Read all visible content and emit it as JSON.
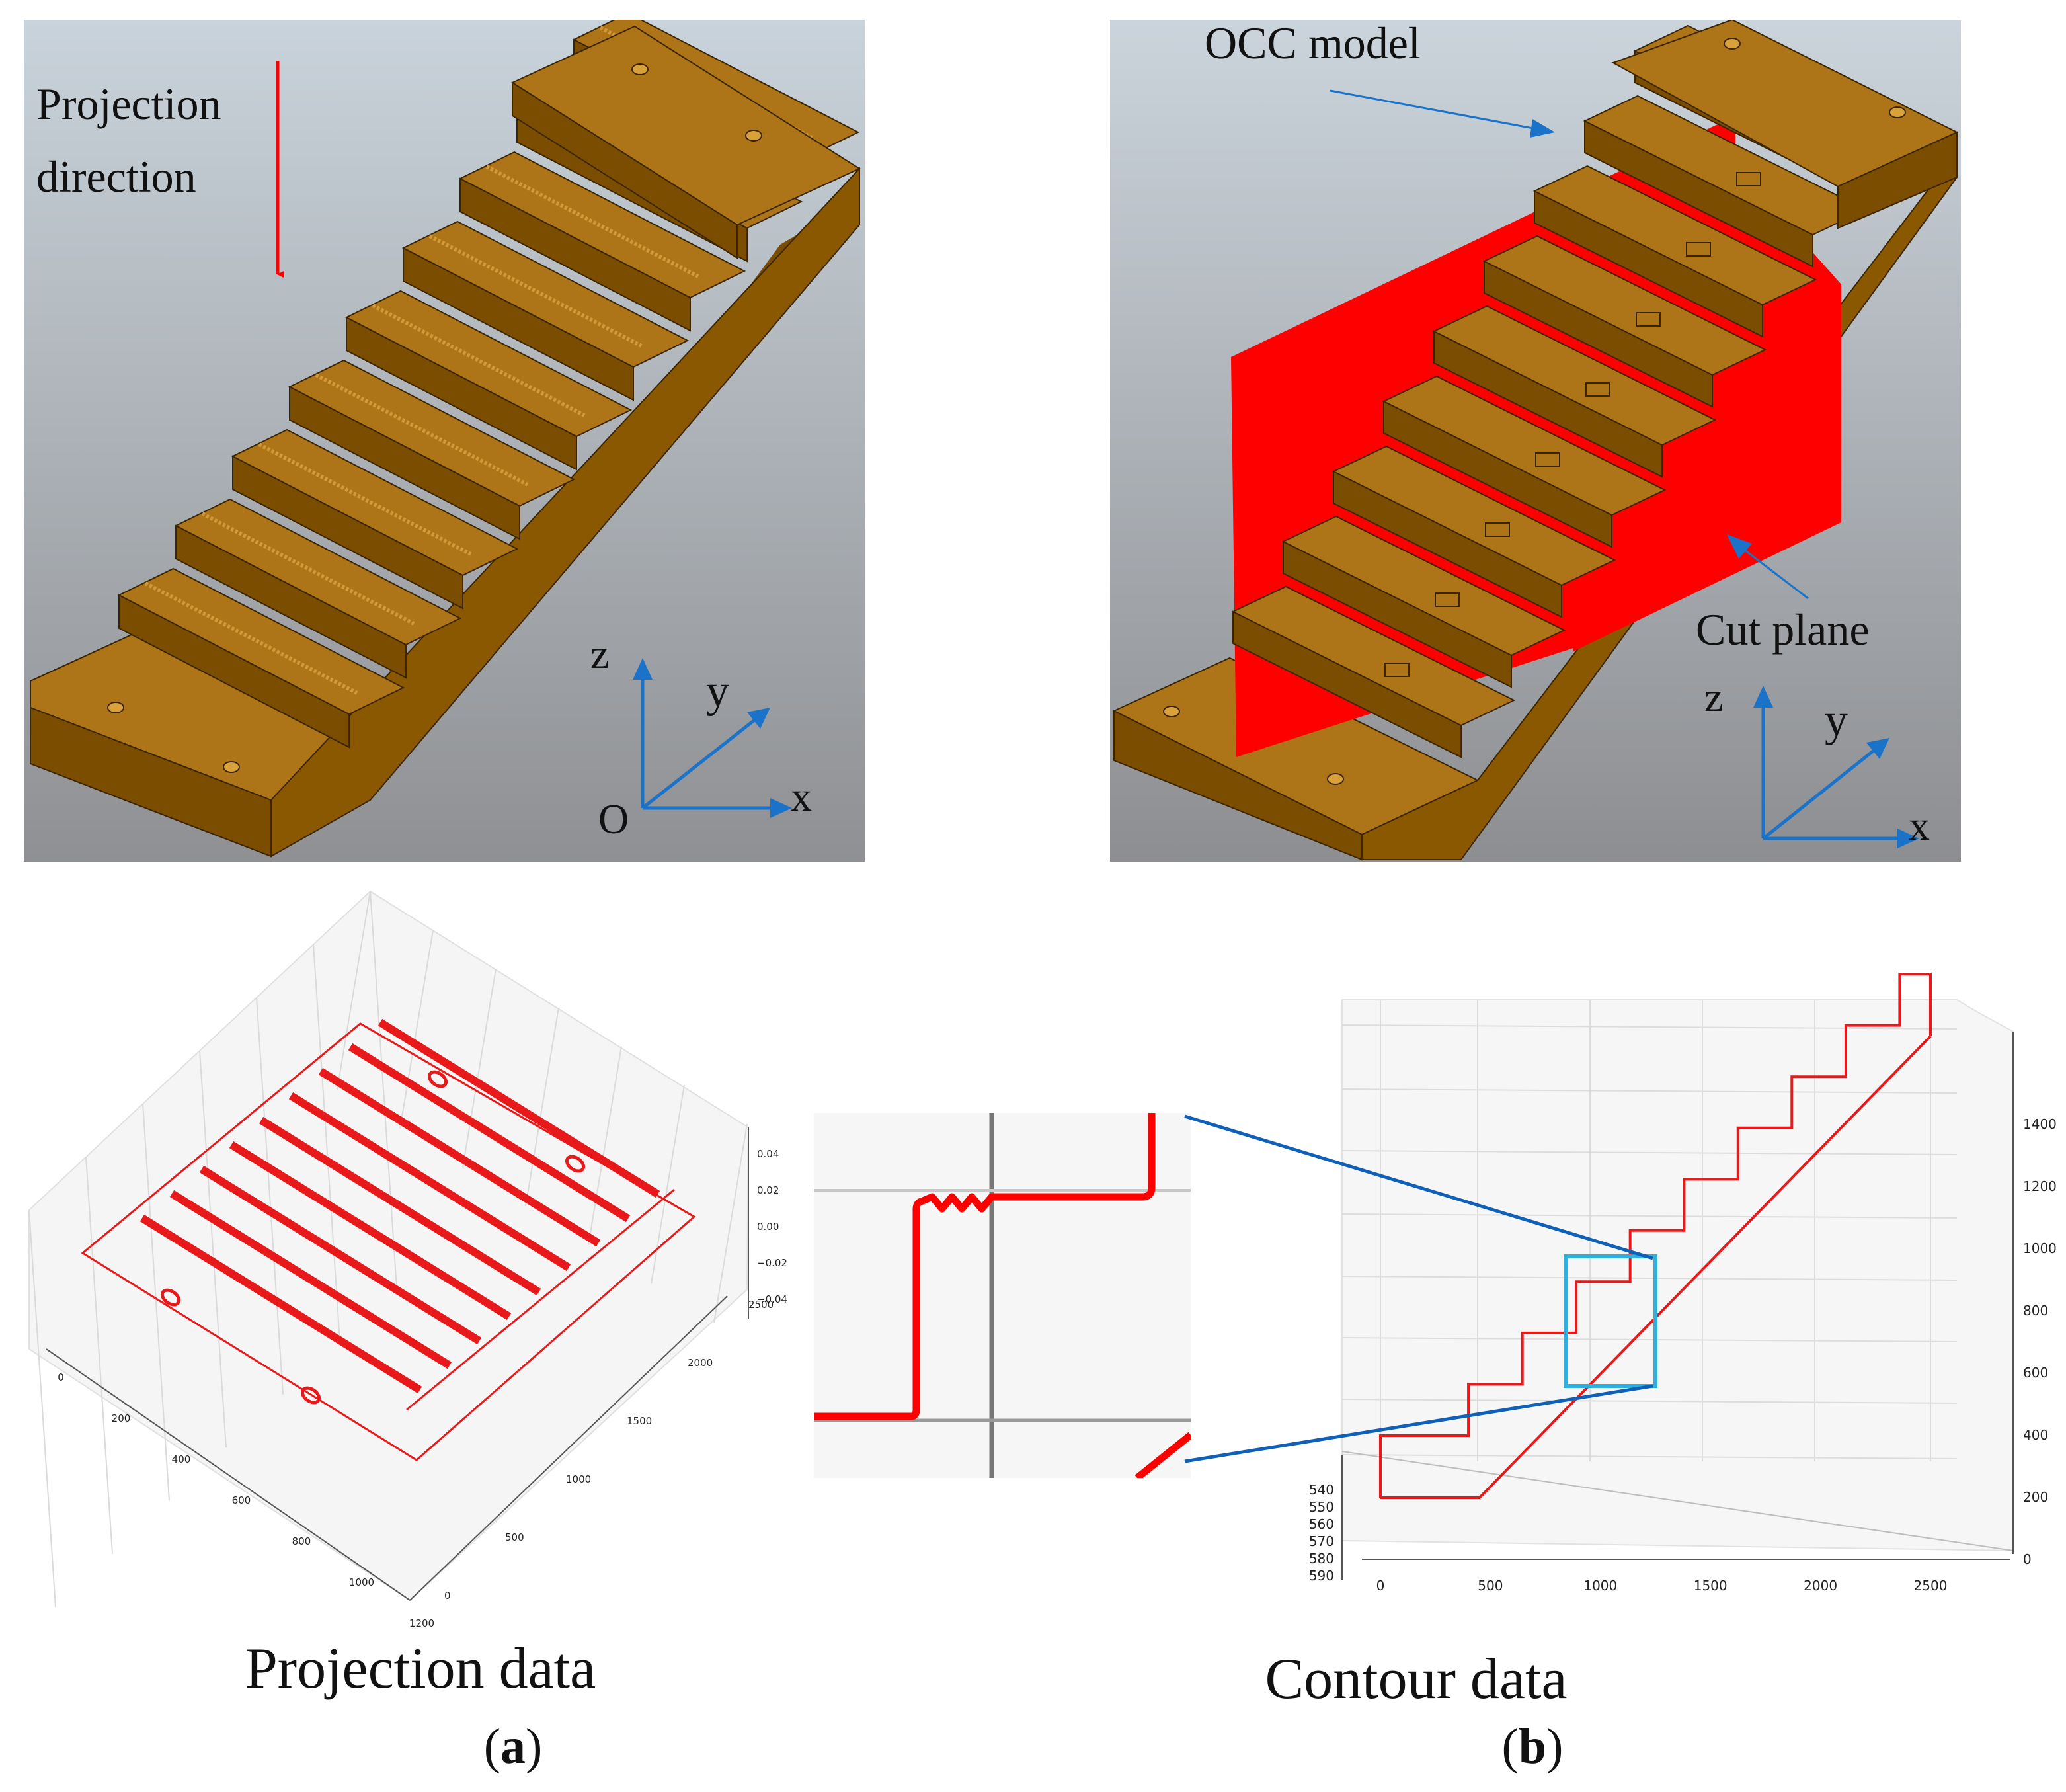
{
  "panel_a_model": {
    "label_projection_line1": "Projection",
    "label_projection_line2": "direction",
    "axis_z": "z",
    "axis_y": "y",
    "axis_x": "x",
    "axis_origin": "O"
  },
  "panel_b_model": {
    "label_occ_model": "OCC model",
    "label_cut_plane": "Cut plane",
    "axis_z": "z",
    "axis_y": "y",
    "axis_x": "x"
  },
  "projection_plot": {
    "ticks_z": [
      "0.04",
      "0.02",
      "0.00",
      "−0.02",
      "−0.04"
    ],
    "ticks_left": [
      "0",
      "200",
      "400",
      "600",
      "800",
      "1000",
      "1200"
    ],
    "ticks_right": [
      "0",
      "500",
      "1000",
      "1500",
      "2000",
      "2500"
    ],
    "steps": 9,
    "holes": 4
  },
  "contour_plot": {
    "ticks_x": [
      "0",
      "500",
      "1000",
      "1500",
      "2000",
      "2500"
    ],
    "ticks_z": [
      "0",
      "200",
      "400",
      "600",
      "800",
      "1000",
      "1200",
      "1400"
    ],
    "ticks_y": [
      "540",
      "550",
      "560",
      "570",
      "580",
      "590"
    ],
    "step_count": 9,
    "step_run": 245,
    "step_rise": 165
  },
  "captions": {
    "projection_data": "Projection data",
    "contour_data": "Contour data",
    "panel_a_open": "(",
    "panel_a_letter": "a",
    "panel_a_close": ")",
    "panel_b_open": "(",
    "panel_b_letter": "b",
    "panel_b_close": ")"
  },
  "colors": {
    "red": "#ff0000",
    "plot_red": "#e8191a",
    "wood": "#9a6300",
    "wood_dark": "#7a4d00",
    "wood_light": "#ad7418",
    "axis_blue": "#1a73c8",
    "zoom_box": "#2fb0dc",
    "connector": "#1060b8"
  }
}
